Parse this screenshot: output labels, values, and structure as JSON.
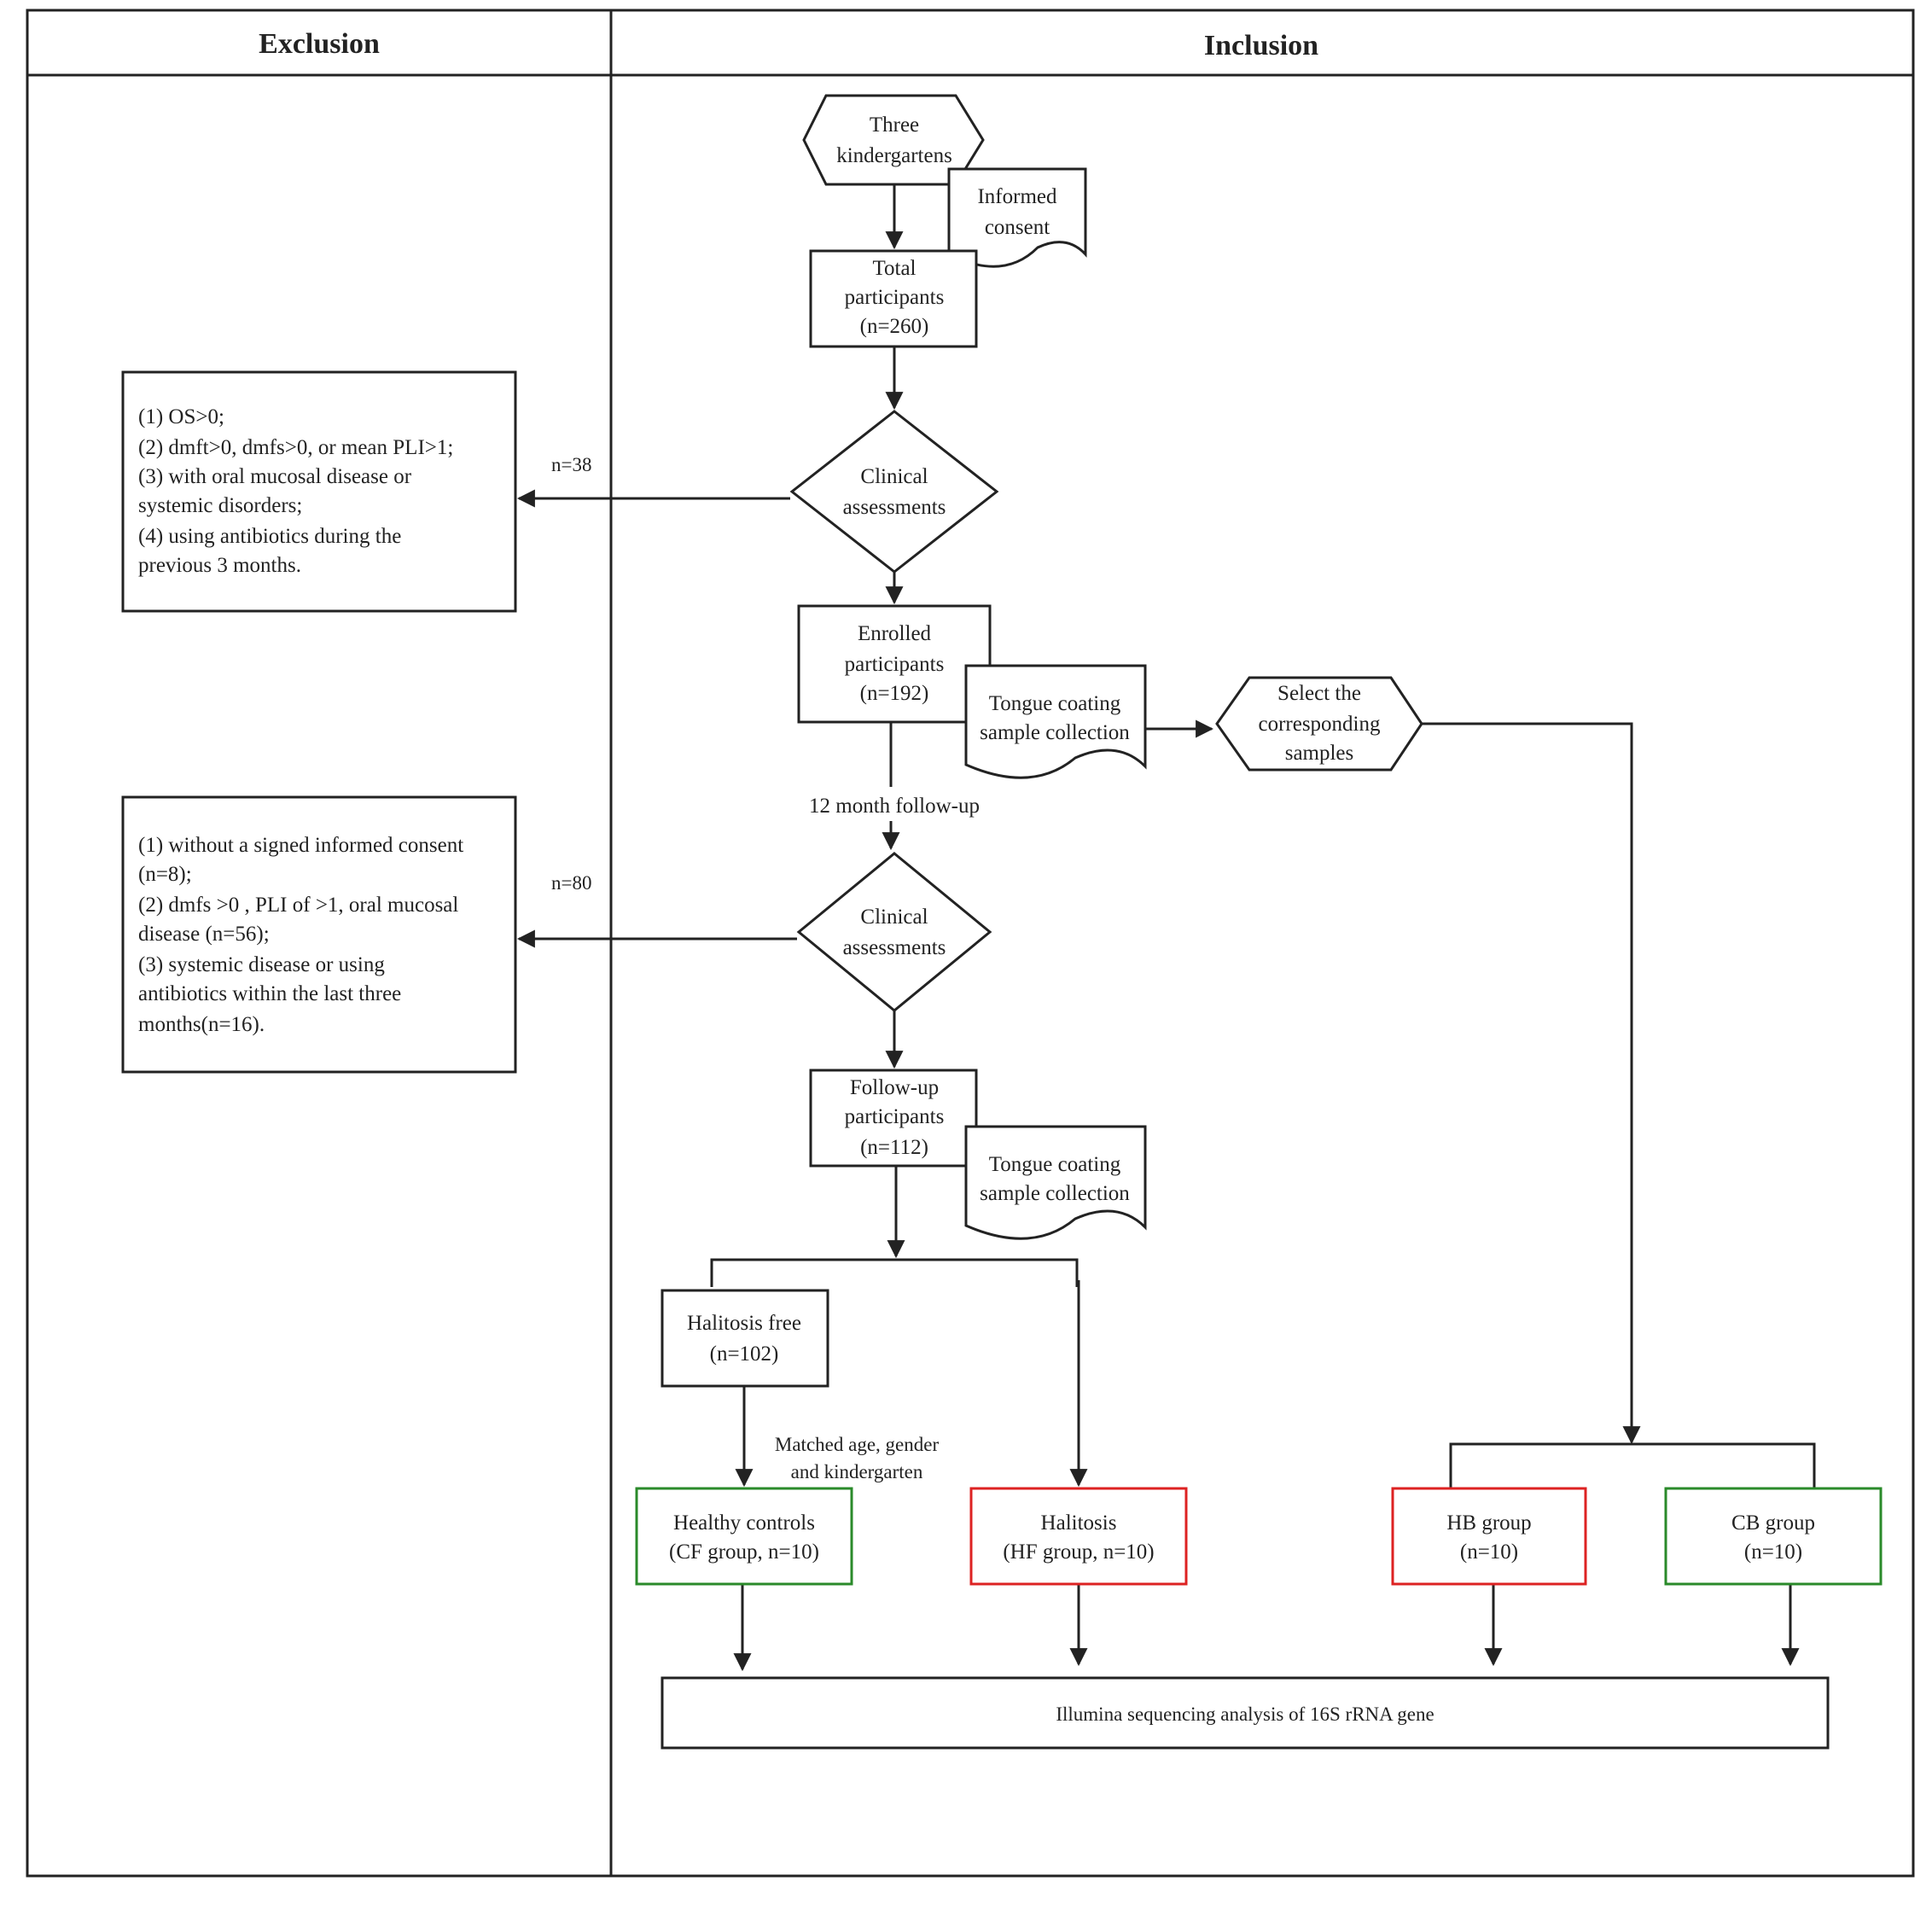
{
  "headers": {
    "exclusion": "Exclusion",
    "inclusion": "Inclusion"
  },
  "nodes": {
    "kindergartens": [
      "Three",
      "kindergartens"
    ],
    "informed_consent": [
      "Informed",
      "consent"
    ],
    "total_participants": [
      "Total",
      "participants",
      "(n=260)"
    ],
    "clinical_assessments_1": [
      "Clinical",
      "assessments"
    ],
    "exclusion_1": [
      "(1) OS>0;",
      "(2) dmft>0, dmfs>0, or mean PLI>1;",
      "(3) with oral mucosal disease or",
      "systemic disorders;",
      "(4)  using antibiotics during the",
      "previous 3 months."
    ],
    "excluded_count_1": "n=38",
    "enrolled_participants": [
      "Enrolled",
      "participants",
      "(n=192)"
    ],
    "tongue_sample_1": [
      "Tongue coating",
      "sample collection"
    ],
    "select_samples": [
      "Select the",
      "corresponding",
      "samples"
    ],
    "follow_up_label": "12 month follow-up",
    "clinical_assessments_2": [
      "Clinical",
      "assessments"
    ],
    "exclusion_2": [
      "(1) without a signed informed consent",
      "(n=8);",
      "(2) dmfs >0 , PLI of >1, oral mucosal",
      "disease (n=56);",
      "(3) systemic disease or using",
      "antibiotics within the last three",
      "months(n=16)."
    ],
    "excluded_count_2": "n=80",
    "follow_up_participants": [
      "Follow-up",
      "participants",
      "(n=112)"
    ],
    "tongue_sample_2": [
      "Tongue coating",
      "sample collection"
    ],
    "halitosis_free": [
      "Halitosis free",
      "(n=102)"
    ],
    "matched_label": [
      "Matched  age, gender",
      "and kindergarten"
    ],
    "healthy_controls": [
      "Healthy controls",
      "(CF group, n=10)"
    ],
    "halitosis": [
      "Halitosis",
      "(HF group, n=10)"
    ],
    "hb_group": [
      "HB group",
      "(n=10)"
    ],
    "cb_group": [
      "CB group",
      "(n=10)"
    ],
    "sequencing": "Illumina sequencing analysis of 16S rRNA gene"
  },
  "colors": {
    "line": "#222222",
    "halitosis_border": "#dd2222",
    "healthy_border": "#2a8a2a"
  }
}
